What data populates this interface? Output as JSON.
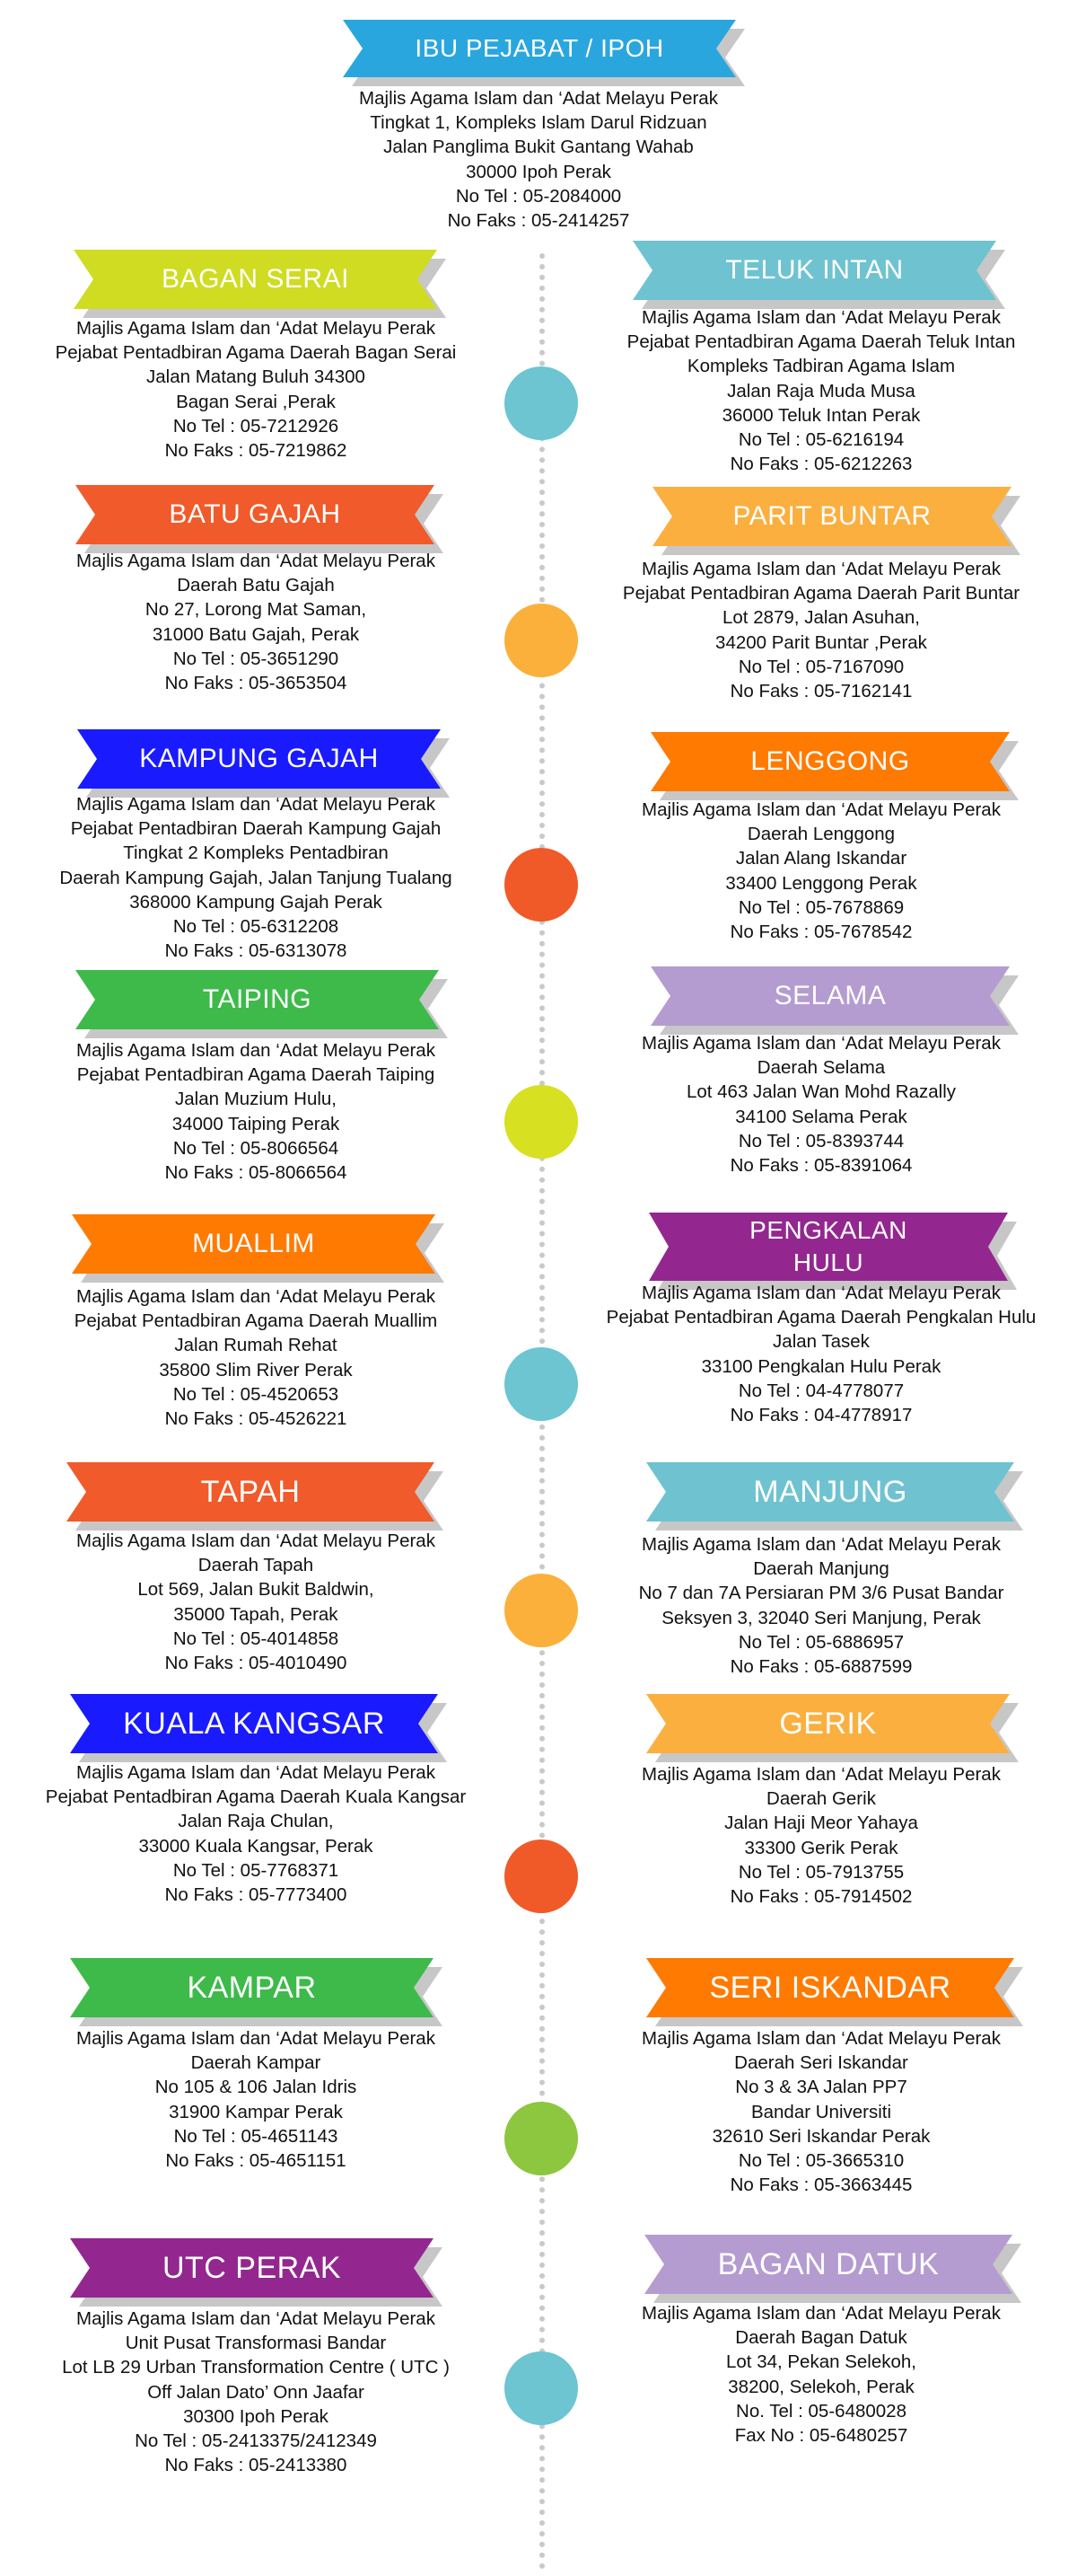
{
  "colors": {
    "sky_blue": "#2aa6df",
    "lime": "#cfdc22",
    "teal": "#6fc3d0",
    "orange_red": "#f15a2a",
    "amber": "#fbaf3f",
    "blue": "#1a1aff",
    "orange": "#ff7a00",
    "green": "#3dba4a",
    "lavender": "#b49cd1",
    "purple": "#93278f",
    "yellow_green": "#d7e021",
    "dot_green": "#8dc63f",
    "dot_orange": "#f05a28",
    "dot_amber": "#fbb03b",
    "dot_teal": "#6cc5d1"
  },
  "hq": {
    "title": "IBU PEJABAT / IPOH",
    "lines": [
      "Majlis Agama Islam dan ‘Adat Melayu Perak",
      "Tingkat 1, Kompleks Islam Darul Ridzuan",
      "Jalan Panglima Bukit Gantang Wahab",
      "30000 Ipoh Perak",
      "No Tel : 05-2084000",
      "No Faks : 05-2414257"
    ]
  },
  "offices": [
    {
      "title": "BAGAN SERAI",
      "lines": [
        "Majlis Agama Islam dan ‘Adat Melayu Perak",
        "Pejabat Pentadbiran Agama Daerah Bagan Serai",
        "Jalan Matang Buluh 34300",
        "Bagan Serai ,Perak",
        "No Tel : 05-7212926",
        "No Faks : 05-7219862"
      ]
    },
    {
      "title": "TELUK INTAN",
      "lines": [
        "Majlis Agama Islam dan ‘Adat Melayu Perak",
        "Pejabat Pentadbiran Agama Daerah Teluk Intan",
        "Kompleks Tadbiran Agama Islam",
        "Jalan Raja Muda Musa",
        "36000 Teluk Intan Perak",
        "No Tel : 05-6216194",
        "No Faks : 05-6212263"
      ]
    },
    {
      "title": "BATU GAJAH",
      "lines": [
        "Majlis Agama Islam dan ‘Adat Melayu Perak",
        "Daerah Batu Gajah",
        "No 27, Lorong Mat Saman,",
        "31000 Batu Gajah, Perak",
        "No Tel : 05-3651290",
        "No Faks : 05-3653504"
      ]
    },
    {
      "title": "PARIT BUNTAR",
      "lines": [
        "Majlis Agama Islam dan ‘Adat Melayu Perak",
        "Pejabat Pentadbiran Agama Daerah Parit Buntar",
        "Lot 2879, Jalan Asuhan,",
        "34200 Parit Buntar ,Perak",
        "No Tel : 05-7167090",
        "No Faks : 05-7162141"
      ]
    },
    {
      "title": "KAMPUNG GAJAH",
      "lines": [
        "Majlis Agama Islam dan ‘Adat Melayu Perak",
        "Pejabat Pentadbiran Daerah Kampung Gajah",
        "Tingkat 2 Kompleks Pentadbiran",
        "Daerah Kampung Gajah, Jalan Tanjung Tualang",
        "368000 Kampung Gajah Perak",
        "No Tel : 05-6312208",
        "No Faks : 05-6313078"
      ]
    },
    {
      "title": "LENGGONG",
      "lines": [
        "Majlis Agama Islam dan ‘Adat Melayu Perak",
        "Daerah Lenggong",
        "Jalan Alang Iskandar",
        "33400 Lenggong Perak",
        "No Tel : 05-7678869",
        "No Faks : 05-7678542"
      ]
    },
    {
      "title": "TAIPING",
      "lines": [
        "Majlis Agama Islam dan ‘Adat Melayu Perak",
        "Pejabat Pentadbiran Agama Daerah Taiping",
        "Jalan Muzium Hulu,",
        "34000 Taiping Perak",
        "No Tel : 05-8066564",
        "No Faks : 05-8066564"
      ]
    },
    {
      "title": "SELAMA",
      "lines": [
        "Majlis Agama Islam dan ‘Adat Melayu Perak",
        "Daerah Selama",
        "Lot 463 Jalan Wan Mohd Razally",
        "34100 Selama Perak",
        "No Tel : 05-8393744",
        "No Faks : 05-8391064"
      ]
    },
    {
      "title": "MUALLIM",
      "lines": [
        "Majlis Agama Islam dan ‘Adat Melayu Perak",
        "Pejabat Pentadbiran Agama Daerah Muallim",
        "Jalan Rumah Rehat",
        "35800 Slim River Perak",
        "No Tel : 05-4520653",
        "No Faks : 05-4526221"
      ]
    },
    {
      "title": "PENGKALAN HULU",
      "lines": [
        "Majlis Agama Islam dan ‘Adat Melayu Perak",
        "Pejabat Pentadbiran Agama Daerah Pengkalan Hulu",
        "Jalan Tasek",
        "33100 Pengkalan Hulu Perak",
        "No Tel : 04-4778077",
        "No Faks : 04-4778917"
      ]
    },
    {
      "title": "TAPAH",
      "lines": [
        "Majlis Agama Islam dan ‘Adat Melayu Perak",
        "Daerah Tapah",
        "Lot 569, Jalan Bukit Baldwin,",
        "35000 Tapah, Perak",
        "No Tel : 05-4014858",
        "No Faks : 05-4010490"
      ]
    },
    {
      "title": "MANJUNG",
      "lines": [
        "Majlis Agama Islam dan ‘Adat Melayu Perak",
        "Daerah Manjung",
        "No 7 dan 7A Persiaran PM 3/6 Pusat Bandar",
        "Seksyen 3, 32040 Seri Manjung, Perak",
        "No Tel : 05-6886957",
        "No Faks : 05-6887599"
      ]
    },
    {
      "title": "KUALA KANGSAR",
      "lines": [
        "Majlis Agama Islam dan ‘Adat Melayu Perak",
        "Pejabat Pentadbiran Agama Daerah Kuala Kangsar",
        "Jalan Raja Chulan,",
        "33000 Kuala Kangsar, Perak",
        "No Tel : 05-7768371",
        "No Faks : 05-7773400"
      ]
    },
    {
      "title": "GERIK",
      "lines": [
        "Majlis Agama Islam dan ‘Adat Melayu Perak",
        "Daerah Gerik",
        "Jalan Haji Meor Yahaya",
        "33300 Gerik Perak",
        "No Tel : 05-7913755",
        "No Faks : 05-7914502"
      ]
    },
    {
      "title": "KAMPAR",
      "lines": [
        "Majlis Agama Islam dan ‘Adat Melayu Perak",
        "Daerah Kampar",
        "No 105 & 106 Jalan Idris",
        "31900 Kampar Perak",
        "No Tel : 05-4651143",
        "No Faks : 05-4651151"
      ]
    },
    {
      "title": "SERI ISKANDAR",
      "lines": [
        "Majlis Agama Islam dan ‘Adat Melayu Perak",
        "Daerah Seri Iskandar",
        "No 3 & 3A Jalan PP7",
        "Bandar Universiti",
        "32610 Seri Iskandar Perak",
        "No Tel : 05-3665310",
        "No Faks : 05-3663445"
      ]
    },
    {
      "title": "UTC PERAK",
      "lines": [
        "Majlis Agama Islam dan ‘Adat Melayu Perak",
        "Unit  Pusat Transformasi Bandar",
        "Lot LB 29 Urban Transformation Centre ( UTC )",
        "Off Jalan Dato’ Onn Jaafar",
        "30300 Ipoh Perak",
        "No Tel : 05-2413375/2412349",
        "No Faks : 05-2413380"
      ]
    },
    {
      "title": "BAGAN DATUK",
      "lines": [
        "Majlis Agama Islam dan ‘Adat Melayu Perak",
        "Daerah Bagan Datuk",
        "Lot 34, Pekan Selekoh,",
        "38200, Selekoh, Perak",
        "No. Tel : 05-6480028",
        "Fax No : 05-6480257"
      ]
    }
  ]
}
